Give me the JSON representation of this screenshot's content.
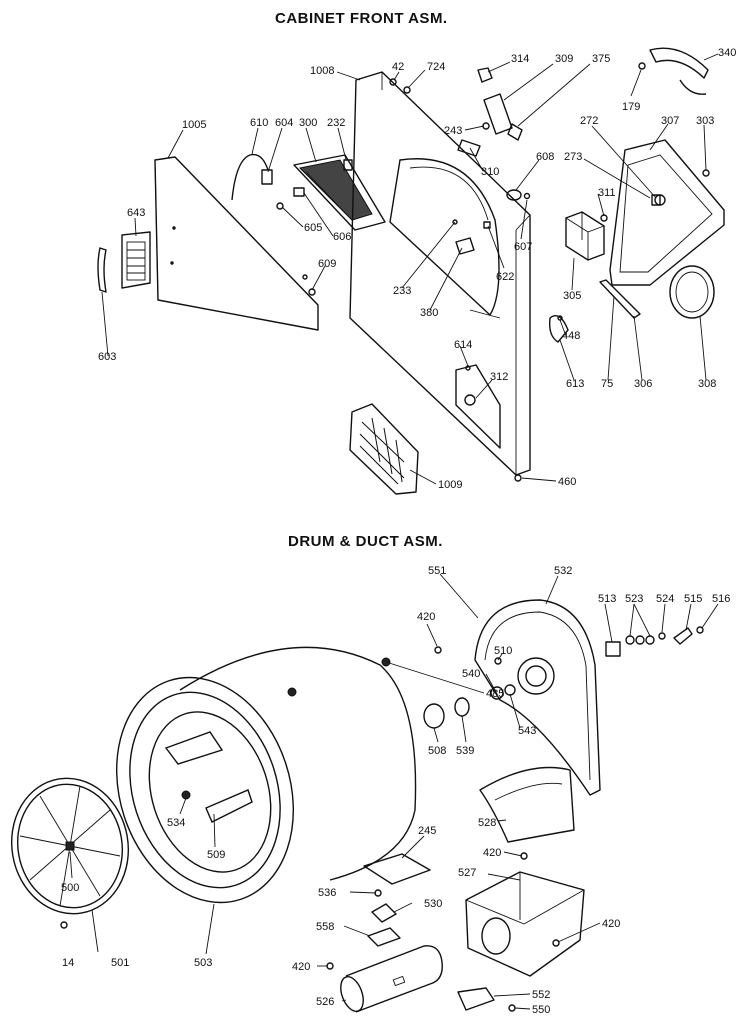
{
  "titles": {
    "cabinet": "CABINET FRONT ASM.",
    "drum": "DRUM & DUCT ASM."
  },
  "labels": {
    "p1008": "1008",
    "p42": "42",
    "p724": "724",
    "p314": "314",
    "p309": "309",
    "p375": "375",
    "p340": "340",
    "p179": "179",
    "p272": "272",
    "p307": "307",
    "p303": "303",
    "p1005": "1005",
    "p610": "610",
    "p604": "604",
    "p300": "300",
    "p232": "232",
    "p243": "243",
    "p310": "310",
    "p608": "608",
    "p273": "273",
    "p311": "311",
    "p643": "643",
    "p605": "605",
    "p606": "606",
    "p607": "607",
    "p233": "233",
    "p622": "622",
    "p609": "609",
    "p380": "380",
    "p305": "305",
    "p448": "448",
    "p603": "603",
    "p614": "614",
    "p312": "312",
    "p613": "613",
    "p75": "75",
    "p306": "306",
    "p308": "308",
    "p1009": "1009",
    "p460": "460",
    "p551": "551",
    "p532": "532",
    "p420a": "420",
    "p513": "513",
    "p523": "523",
    "p524": "524",
    "p515": "515",
    "p516": "516",
    "p485": "485",
    "p510": "510",
    "p540": "540",
    "p543": "543",
    "p508": "508",
    "p539": "539",
    "p534": "534",
    "p509": "509",
    "p528": "528",
    "p245": "245",
    "p420b": "420",
    "p527": "527",
    "p500": "500",
    "p536": "536",
    "p530": "530",
    "p420c": "420",
    "p558": "558",
    "p420d": "420",
    "p14": "14",
    "p501": "501",
    "p503": "503",
    "p526": "526",
    "p552": "552",
    "p550": "550"
  }
}
